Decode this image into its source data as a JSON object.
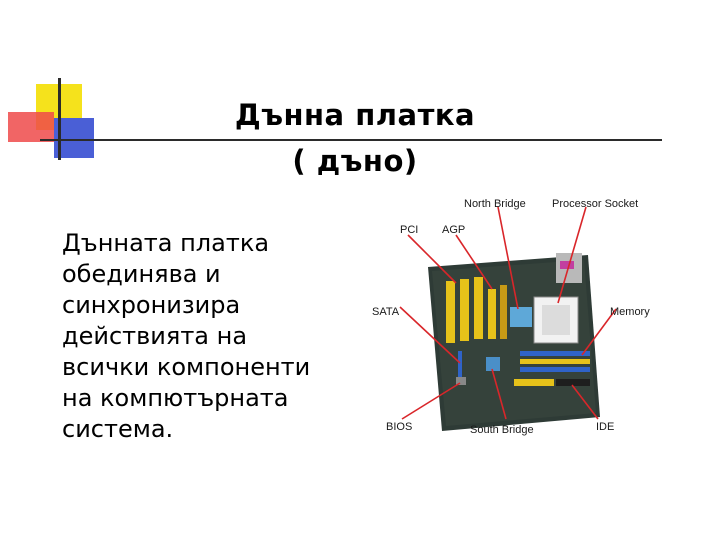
{
  "slide": {
    "title_line1": "Дънна платка",
    "title_line2": "( дъно)",
    "body_lines": [
      "Дънната платка",
      "обединява и",
      "синхронизира",
      "действията на",
      "всички компоненти",
      "на компютърната",
      "система."
    ]
  },
  "diagram": {
    "labels": {
      "north_bridge": "North Bridge",
      "processor_socket": "Processor Socket",
      "pci": "PCI",
      "agp": "AGP",
      "sata": "SATA",
      "memory": "Memory",
      "bios": "BIOS",
      "south_bridge": "South Bridge",
      "ide": "IDE"
    },
    "callout_color": "#d9262a"
  },
  "colors": {
    "deco_yellow": "#f5e21c",
    "deco_red": "#ef4a4a",
    "deco_blue": "#4a5fd6",
    "board_green": "#2e3b36",
    "slot_yellow": "#e6c21a",
    "slot_blue": "#2f63c8"
  }
}
